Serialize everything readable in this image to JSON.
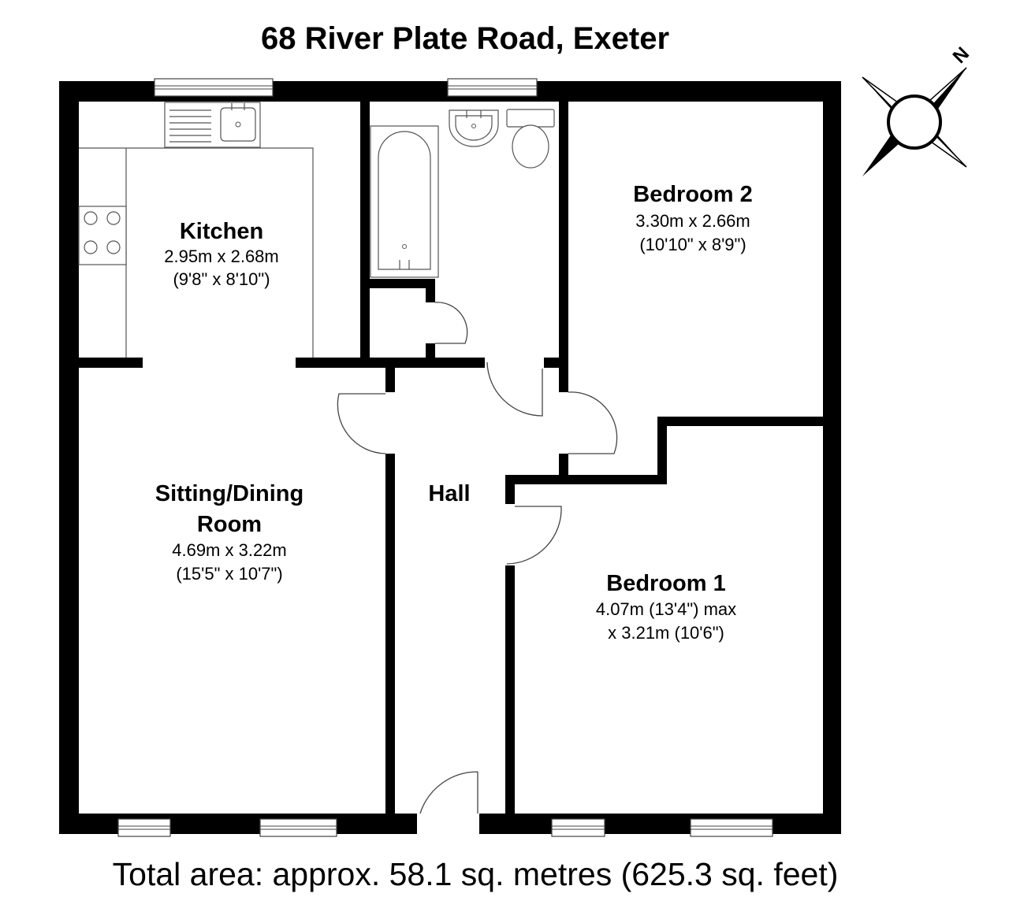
{
  "title": "68 River Plate Road, Exeter",
  "compass": {
    "label": "N"
  },
  "rooms": {
    "kitchen": {
      "name": "Kitchen",
      "dim1": "2.95m x 2.68m",
      "dim2": "(9'8\" x 8'10\")"
    },
    "bedroom2": {
      "name": "Bedroom 2",
      "dim1": "3.30m x 2.66m",
      "dim2": "(10'10\" x 8'9\")"
    },
    "sitting": {
      "name1": "Sitting/Dining",
      "name2": "Room",
      "dim1": "4.69m x 3.22m",
      "dim2": "(15'5\" x 10'7\")"
    },
    "hall": {
      "name": "Hall"
    },
    "bedroom1": {
      "name": "Bedroom 1",
      "dim1": "4.07m (13'4\") max",
      "dim2": "x 3.21m (10'6\")"
    }
  },
  "total_area": "Total area: approx. 58.1 sq. metres (625.3 sq. feet)"
}
